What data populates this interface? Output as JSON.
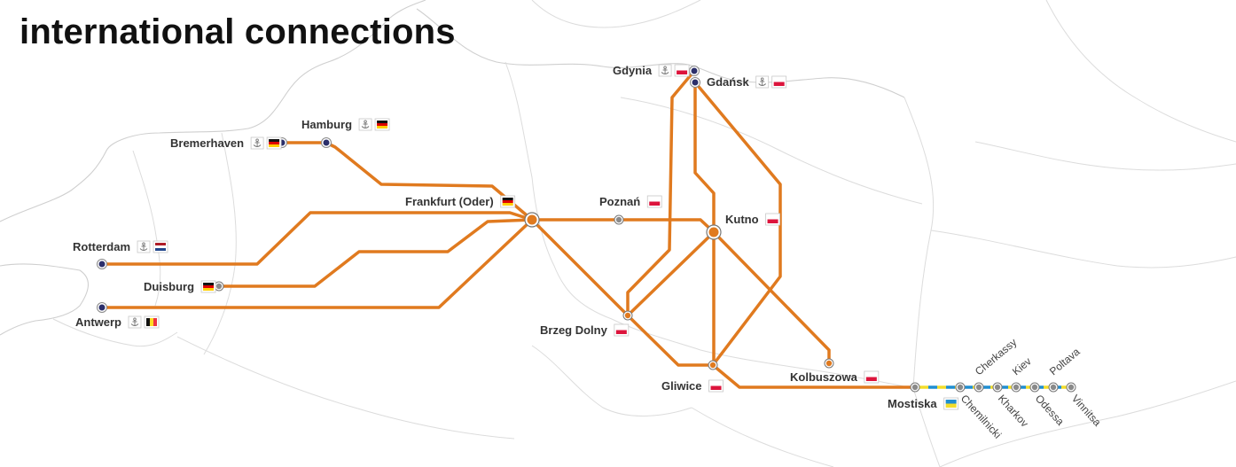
{
  "title": "international connections",
  "colors": {
    "route": "#e07a1f",
    "port_node": "#2b2f6b",
    "terminal_node": "#8a8a8a",
    "ua_blue": "#1f8ed1",
    "ua_yellow": "#f2dd2b"
  },
  "icons": {
    "port": "anchor-icon",
    "flag": "flag-icon"
  },
  "cities": [
    {
      "id": "gdynia",
      "name": "Gdynia",
      "port": true,
      "flag": "PL"
    },
    {
      "id": "gdansk",
      "name": "Gdańsk",
      "port": true,
      "flag": "PL"
    },
    {
      "id": "hamburg",
      "name": "Hamburg",
      "port": true,
      "flag": "DE"
    },
    {
      "id": "bremerhaven",
      "name": "Bremerhaven",
      "port": true,
      "flag": "DE"
    },
    {
      "id": "frankfurt",
      "name": "Frankfurt (Oder)",
      "port": false,
      "flag": "DE"
    },
    {
      "id": "poznan",
      "name": "Poznań",
      "port": false,
      "flag": "PL"
    },
    {
      "id": "kutno",
      "name": "Kutno",
      "port": false,
      "flag": "PL"
    },
    {
      "id": "rotterdam",
      "name": "Rotterdam",
      "port": true,
      "flag": "NL"
    },
    {
      "id": "duisburg",
      "name": "Duisburg",
      "port": false,
      "flag": "DE"
    },
    {
      "id": "antwerp",
      "name": "Antwerp",
      "port": true,
      "flag": "BE"
    },
    {
      "id": "brzeg",
      "name": "Brzeg Dolny",
      "port": false,
      "flag": "PL"
    },
    {
      "id": "gliwice",
      "name": "Gliwice",
      "port": false,
      "flag": "PL"
    },
    {
      "id": "kolbuszowa",
      "name": "Kolbuszowa",
      "port": false,
      "flag": "PL"
    },
    {
      "id": "mostiska",
      "name": "Mostiska",
      "port": false,
      "flag": "UA"
    }
  ],
  "ukraine_stops": [
    "Chemilnicki",
    "Cherkassy",
    "Kharkov",
    "Kiev",
    "Odessa",
    "Poltava",
    "Vinnitsa"
  ]
}
